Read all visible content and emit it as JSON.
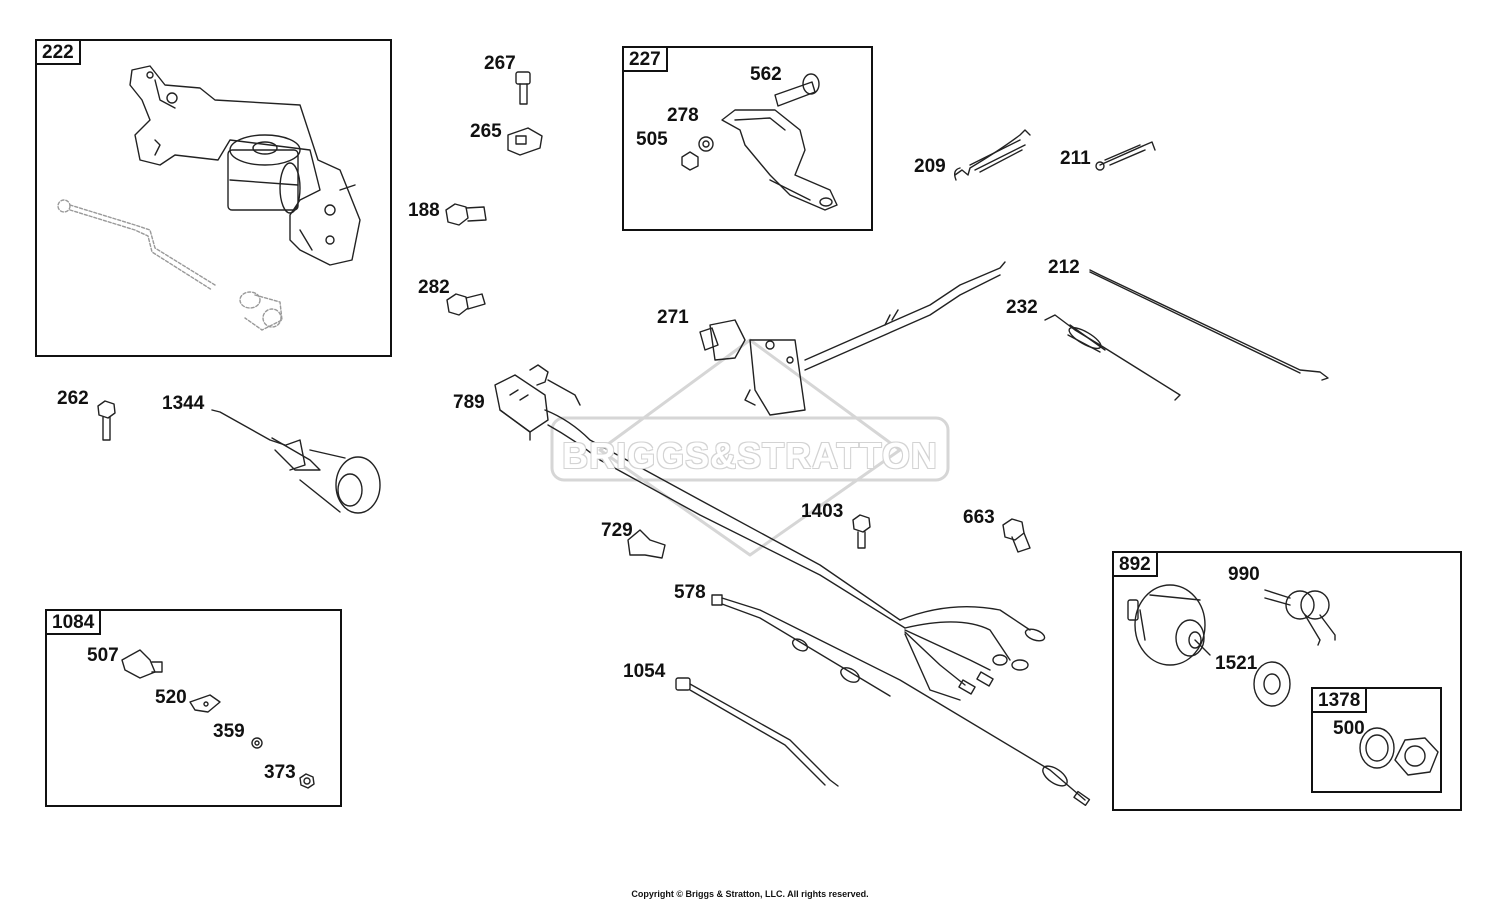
{
  "watermark_text": "BRIGGS&STRATTON",
  "copyright": "Copyright © Briggs & Stratton, LLC. All rights reserved.",
  "assemblies": [
    {
      "id": "assembly-222",
      "label": "222"
    },
    {
      "id": "assembly-227",
      "label": "227"
    },
    {
      "id": "assembly-1084",
      "label": "1084"
    },
    {
      "id": "assembly-892",
      "label": "892"
    },
    {
      "id": "assembly-1378",
      "label": "1378"
    }
  ],
  "parts": {
    "p267": "267",
    "p265": "265",
    "p188": "188",
    "p282": "282",
    "p562": "562",
    "p278": "278",
    "p505": "505",
    "p209": "209",
    "p211": "211",
    "p212": "212",
    "p232": "232",
    "p271": "271",
    "p789": "789",
    "p262": "262",
    "p1344": "1344",
    "p1403": "1403",
    "p663": "663",
    "p729": "729",
    "p578": "578",
    "p1054": "1054",
    "p507": "507",
    "p520": "520",
    "p359": "359",
    "p373": "373",
    "p990": "990",
    "p1521": "1521",
    "p500": "500"
  }
}
